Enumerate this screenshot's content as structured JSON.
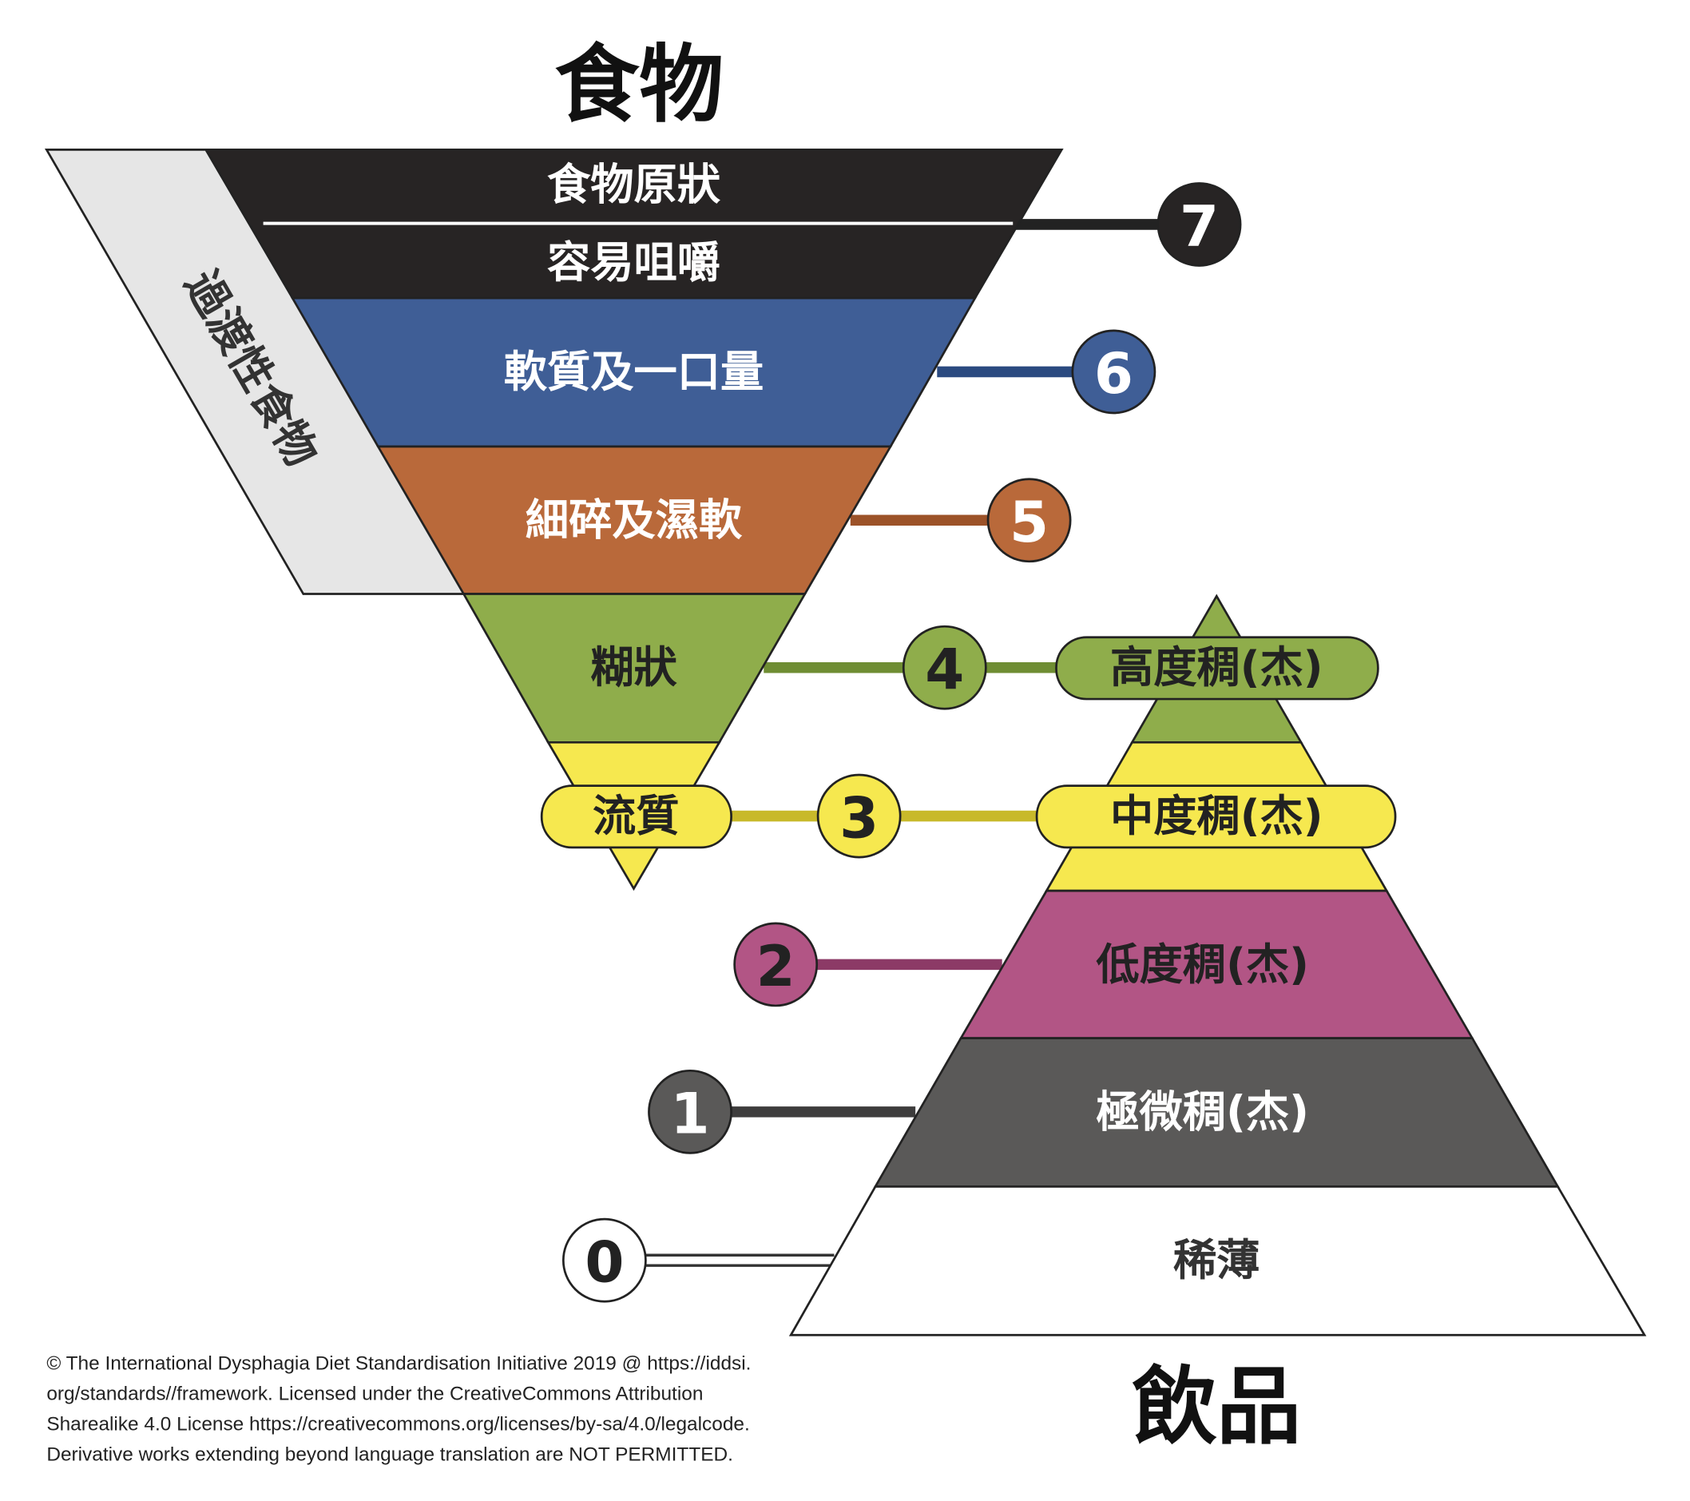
{
  "titles": {
    "food": "食物",
    "drinks": "飲品",
    "transitional": "過渡性食物"
  },
  "food_levels": [
    {
      "level": "7",
      "labels": [
        "食物原狀",
        "容易咀嚼"
      ],
      "color": "#272424"
    },
    {
      "level": "6",
      "label": "軟質及一口量",
      "color": "#3f5e96"
    },
    {
      "level": "5",
      "label": "細碎及濕軟",
      "color": "#b9693a"
    },
    {
      "level": "4",
      "label": "糊狀",
      "color": "#8fad4b"
    },
    {
      "level": "3",
      "label": "流質",
      "color": "#f6e84f"
    }
  ],
  "drink_levels": [
    {
      "level": "4",
      "label": "高度稠(杰)",
      "color": "#8fad4b"
    },
    {
      "level": "3",
      "label": "中度稠(杰)",
      "color": "#f6e84f"
    },
    {
      "level": "2",
      "label": "低度稠(杰)",
      "color": "#b25585"
    },
    {
      "level": "1",
      "label": "極微稠(杰)",
      "color": "#5a5958"
    },
    {
      "level": "0",
      "label": "稀薄",
      "color": "#ffffff"
    }
  ],
  "copyright": [
    "© The International Dysphagia Diet Standardisation Initiative 2019 @ https://iddsi.",
    "org/standards//framework. Licensed under the CreativeCommons Attribution",
    "Sharealike 4.0 License https://creativecommons.org/licenses/by-sa/4.0/legalcode.",
    "Derivative works extending beyond language translation are NOT PERMITTED."
  ]
}
